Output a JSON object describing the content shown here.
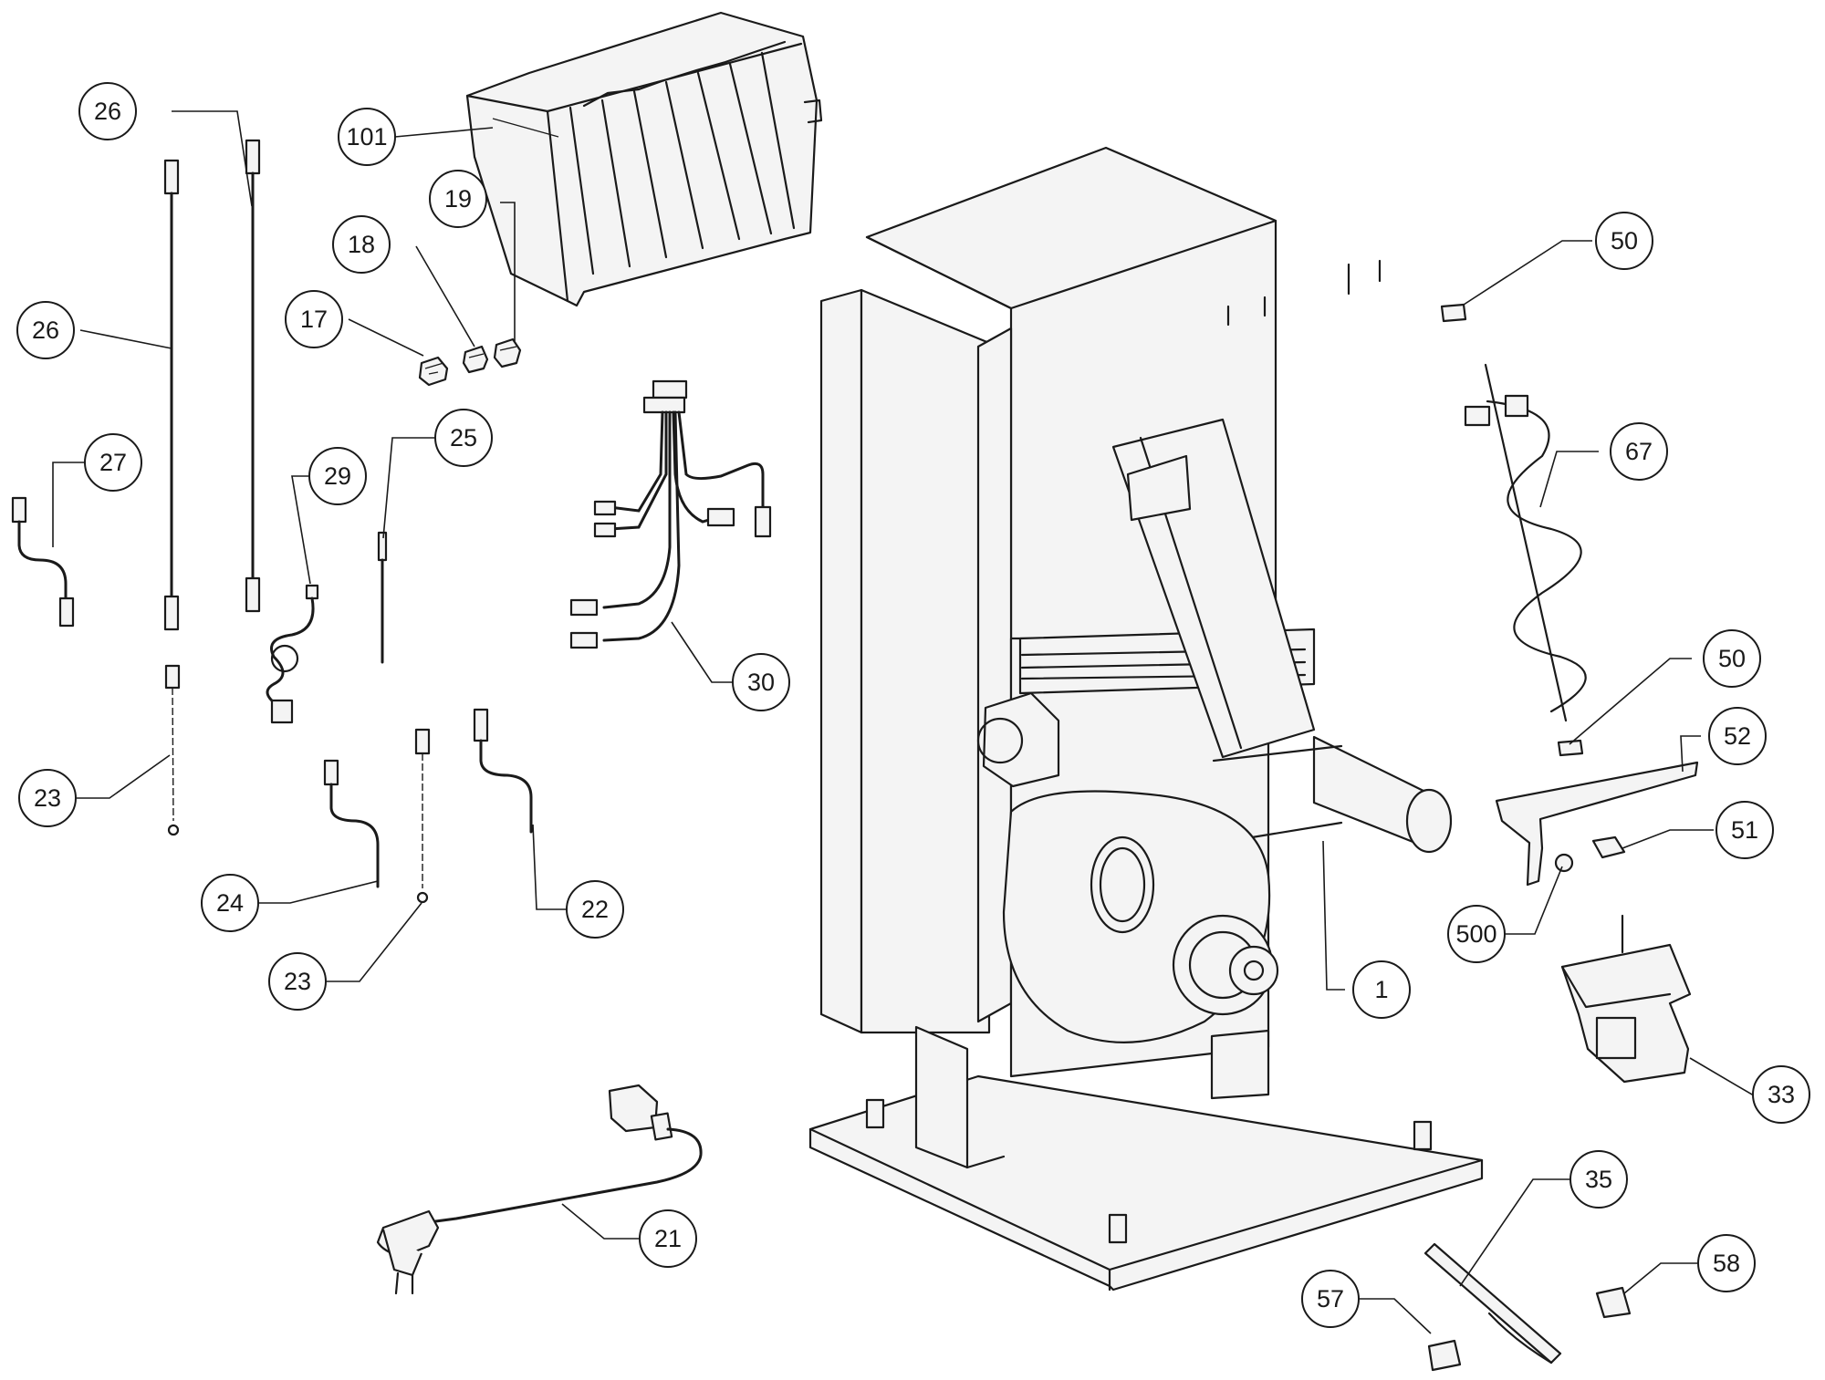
{
  "callouts": [
    {
      "id": "c101",
      "label": "101"
    },
    {
      "id": "c26a",
      "label": "26"
    },
    {
      "id": "c26b",
      "label": "26"
    },
    {
      "id": "c19",
      "label": "19"
    },
    {
      "id": "c18",
      "label": "18"
    },
    {
      "id": "c17",
      "label": "17"
    },
    {
      "id": "c27",
      "label": "27"
    },
    {
      "id": "c29",
      "label": "29"
    },
    {
      "id": "c25",
      "label": "25"
    },
    {
      "id": "c30",
      "label": "30"
    },
    {
      "id": "c23a",
      "label": "23"
    },
    {
      "id": "c24",
      "label": "24"
    },
    {
      "id": "c23b",
      "label": "23"
    },
    {
      "id": "c22",
      "label": "22"
    },
    {
      "id": "c21",
      "label": "21"
    },
    {
      "id": "c1",
      "label": "1"
    },
    {
      "id": "c50a",
      "label": "50"
    },
    {
      "id": "c67",
      "label": "67"
    },
    {
      "id": "c50b",
      "label": "50"
    },
    {
      "id": "c52",
      "label": "52"
    },
    {
      "id": "c51",
      "label": "51"
    },
    {
      "id": "c500",
      "label": "500"
    },
    {
      "id": "c33",
      "label": "33"
    },
    {
      "id": "c35",
      "label": "35"
    },
    {
      "id": "c58",
      "label": "58"
    },
    {
      "id": "c57",
      "label": "57"
    }
  ]
}
